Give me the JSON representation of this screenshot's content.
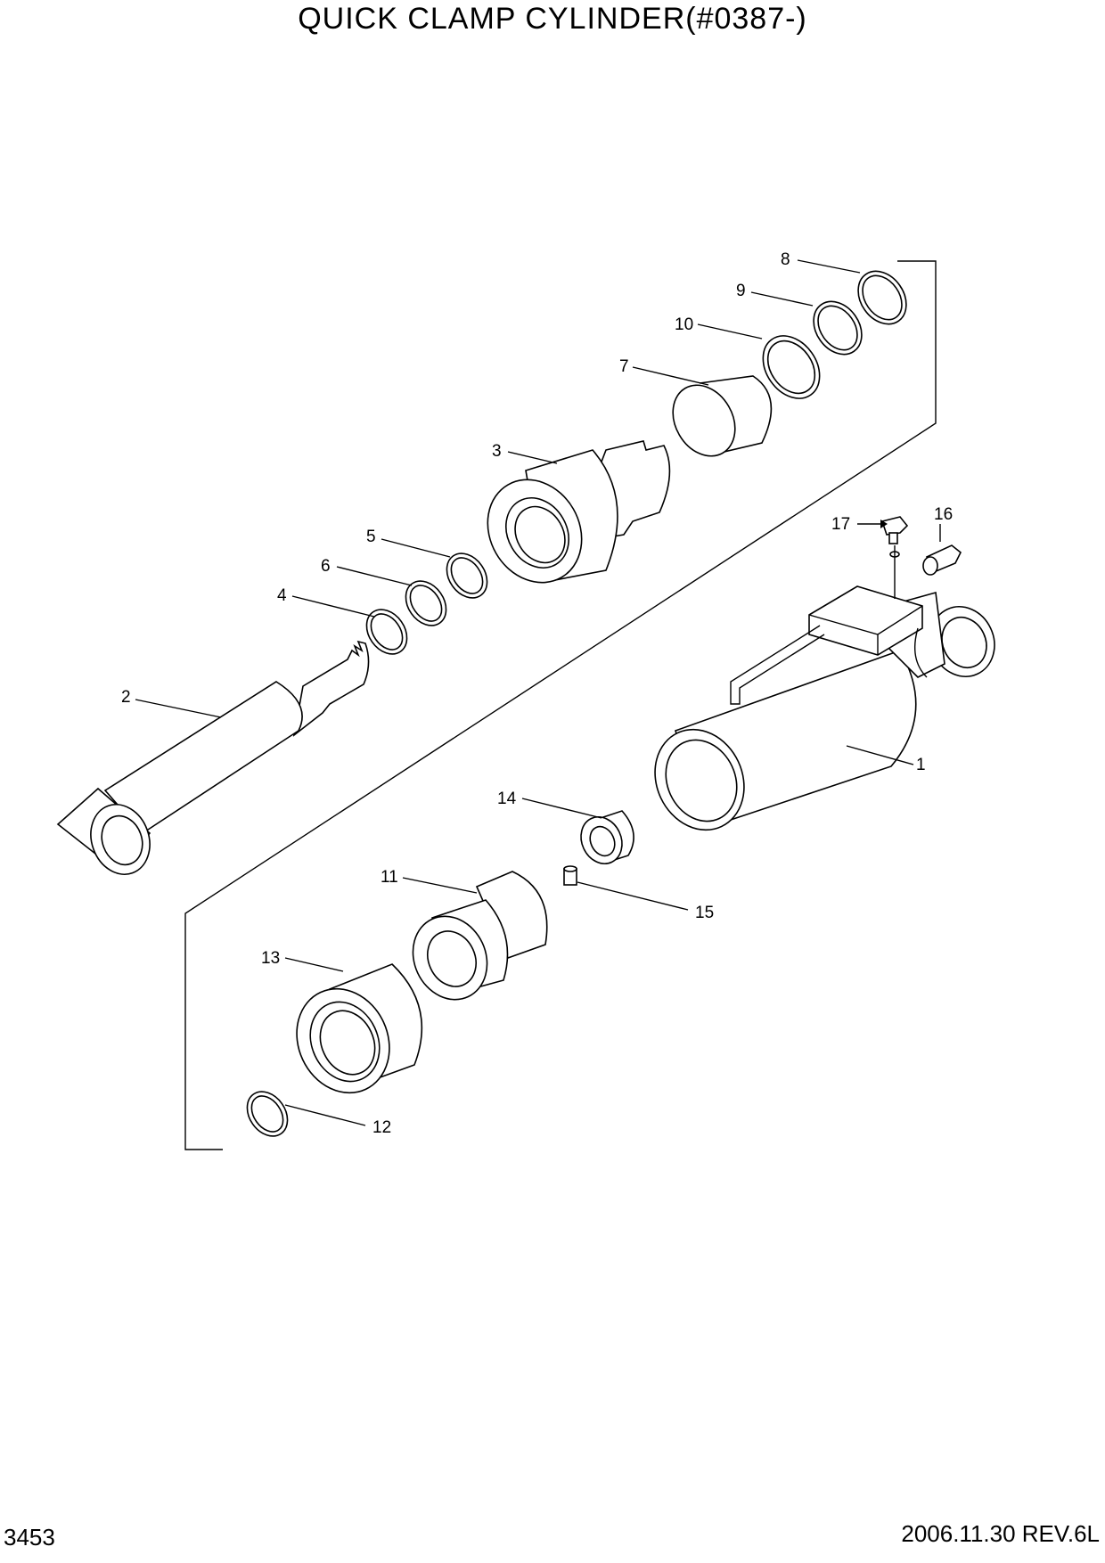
{
  "title": "QUICK CLAMP CYLINDER(#0387-)",
  "page_number": "3453",
  "revision": "2006.11.30  REV.6L",
  "callouts": [
    "1",
    "2",
    "3",
    "4",
    "5",
    "6",
    "7",
    "8",
    "9",
    "10",
    "11",
    "12",
    "13",
    "14",
    "15",
    "16",
    "17"
  ]
}
